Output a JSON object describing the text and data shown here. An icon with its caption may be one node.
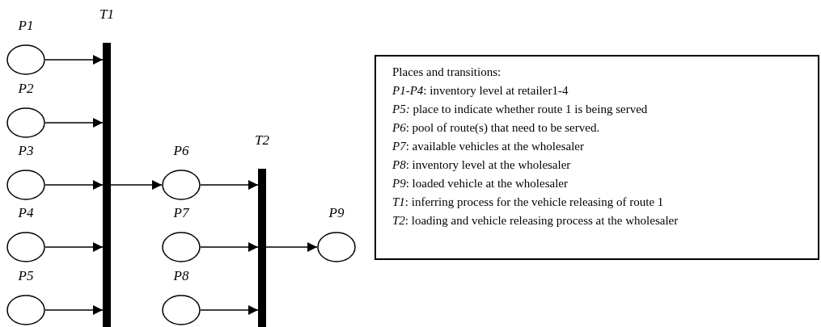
{
  "diagram": {
    "nodes": [
      {
        "text": [
          "P1"
        ]
      },
      {
        "text": [
          "P2"
        ]
      },
      {
        "text": [
          "P3"
        ]
      },
      {
        "text": [
          "P4"
        ]
      },
      {
        "text": [
          "P5"
        ]
      },
      {
        "text": [
          "T1"
        ]
      },
      {
        "text": [
          "P6"
        ]
      },
      {
        "text": [
          "P7"
        ]
      },
      {
        "text": [
          "P8"
        ]
      },
      {
        "text": [
          "T2"
        ]
      },
      {
        "text": [
          "P9"
        ]
      },
      {
        "text": [
          "Places and transitions:",
          "*P1-P4*: inventory level at retailer1-4",
          "*P5:* place to indicate whether route 1 is being served",
          "*P6*: pool of route(s) that need to be served.",
          "*P7*: available vehicles at the wholesaler",
          "*P8*: inventory level at the wholesaler",
          "*P9*: loaded vehicle at the wholesaler",
          "*T1*: inferring process for the vehicle releasing of route 1",
          "*T2*: loading and vehicle releasing process at the wholesaler"
        ]
      }
    ],
    "edges": [
      {
        "from": 0,
        "to": 5,
        "arrow": "to"
      },
      {
        "from": 1,
        "to": 5,
        "arrow": "to"
      },
      {
        "from": 2,
        "to": 5,
        "arrow": "to"
      },
      {
        "from": 3,
        "to": 5,
        "arrow": "to"
      },
      {
        "from": 4,
        "to": 5,
        "arrow": "to"
      },
      {
        "from": 5,
        "to": 6,
        "arrow": "to"
      },
      {
        "from": 6,
        "to": 9,
        "arrow": "to"
      },
      {
        "from": 7,
        "to": 9,
        "arrow": "to"
      },
      {
        "from": 8,
        "to": 9,
        "arrow": "to"
      },
      {
        "from": 9,
        "to": 10,
        "arrow": "to"
      }
    ]
  }
}
